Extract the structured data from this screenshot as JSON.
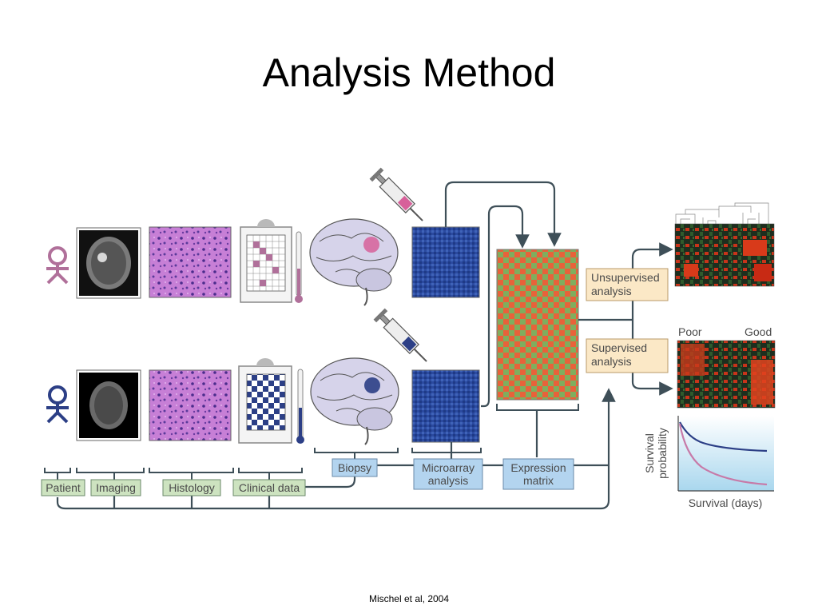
{
  "slide": {
    "title": "Analysis Method",
    "citation": "Mischel et al, 2004"
  },
  "labels": {
    "patient": "Patient",
    "imaging": "Imaging",
    "histology": "Histology",
    "clinical_data": "Clinical data",
    "biopsy": "Biopsy",
    "microarray_1": "Microarray",
    "microarray_2": "analysis",
    "expression_1": "Expression",
    "expression_2": "matrix",
    "unsupervised_1": "Unsupervised",
    "unsupervised_2": "analysis",
    "supervised_1": "Supervised",
    "supervised_2": "analysis",
    "poor": "Poor",
    "good": "Good",
    "survival_prob_1": "Survival",
    "survival_prob_2": "probability",
    "survival_days": "Survival (days)"
  },
  "colors": {
    "female_patient": "#b0709a",
    "male_patient": "#2c3f86",
    "green_box": "#cde3c0",
    "blue_box": "#b3d4ef",
    "orange_box": "#fbe8c6",
    "connector": "#3e4f58"
  },
  "icons": {
    "female": "female-figure-icon",
    "male": "male-figure-icon",
    "syringe": "syringe-icon",
    "brain": "brain-icon",
    "thermometer": "thermometer-icon",
    "clipboard": "clipboard-icon"
  }
}
